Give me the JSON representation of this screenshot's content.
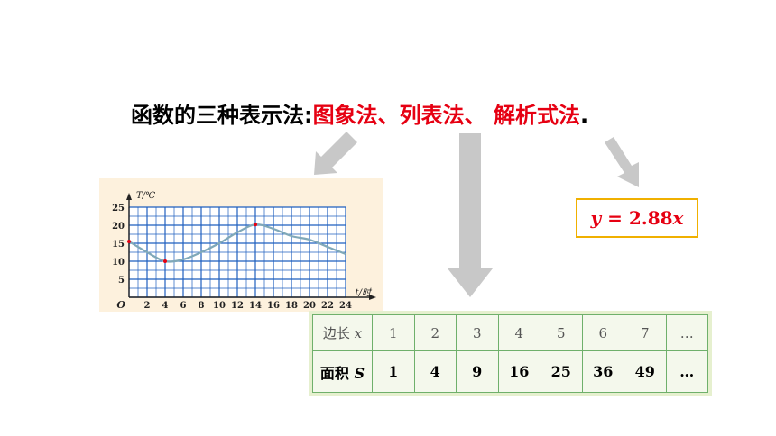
{
  "title": {
    "prefix": "函数的三种表示法:",
    "method_graph": "图象法",
    "sep1": "、",
    "method_table": "列表法",
    "sep2": "、 ",
    "method_formula": "解析式法",
    "end": "."
  },
  "formula": {
    "lhs": "y",
    "eq": " = 2.88",
    "var": "x"
  },
  "table": {
    "row1_head": "边长",
    "row1_var": "x",
    "row1": [
      "1",
      "2",
      "3",
      "4",
      "5",
      "6",
      "7",
      "…"
    ],
    "row2_head": "面积",
    "row2_var": "S",
    "row2": [
      "1",
      "4",
      "9",
      "16",
      "25",
      "36",
      "49",
      "…"
    ]
  },
  "colors": {
    "accent_red": "#e60012",
    "curve": "#7fa8b8",
    "grid": "#1f5fbf",
    "arrow": "#c8c8c8",
    "box_border": "#f0b000",
    "table_border": "#6fb06b"
  },
  "chart_data": {
    "type": "line",
    "ylabel": "T/℃",
    "xlabel": "t/时",
    "origin_label": "O",
    "x": [
      0,
      2,
      4,
      6,
      8,
      10,
      12,
      14,
      16,
      18,
      20,
      22,
      24
    ],
    "y": [
      15.5,
      12.5,
      10.0,
      10.5,
      12.5,
      15.0,
      18.0,
      20.2,
      19.0,
      17.0,
      16.0,
      14.0,
      12.0
    ],
    "marked_points": [
      [
        0,
        15.5
      ],
      [
        4,
        10.0
      ],
      [
        14,
        20.2
      ]
    ],
    "xlim": [
      0,
      24
    ],
    "ylim": [
      0,
      25
    ],
    "xtick_labels": [
      "2",
      "4",
      "6",
      "8",
      "10",
      "12",
      "14",
      "16",
      "18",
      "20",
      "22",
      "24"
    ],
    "ytick_labels": [
      "5",
      "10",
      "15",
      "20",
      "25"
    ],
    "grid": true
  }
}
